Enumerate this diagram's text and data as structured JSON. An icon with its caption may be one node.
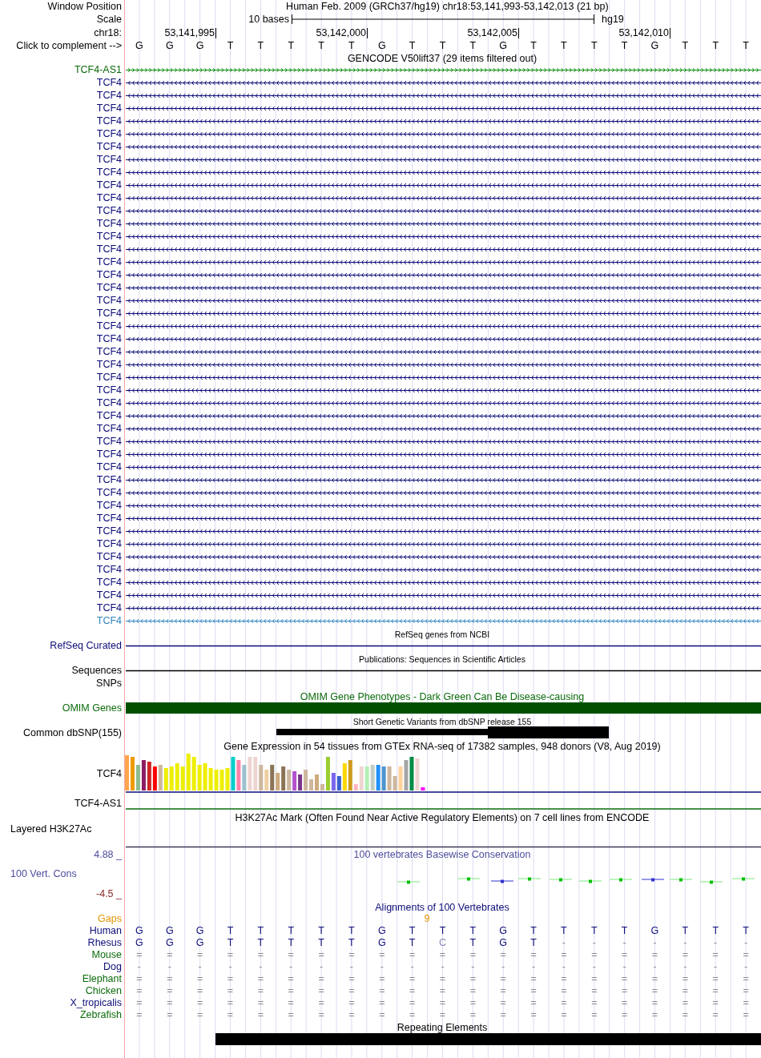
{
  "diagram": {
    "labels": [
      "Window Position",
      "Human Feb. 2009 (GRCh37/hg19)",
      "chr18:53,141,993-53,142,013 (21 bp)",
      "Scale",
      "10 bases",
      "hg19",
      "chr18:",
      "53,141,995",
      "53,142,000",
      "53,142,005",
      "53,142,010",
      "Click to complement -->",
      "G",
      "G",
      "G",
      "T",
      "T",
      "T",
      "T",
      "T",
      "G",
      "T",
      "T",
      "T",
      "G",
      "T",
      "T",
      "T",
      "T",
      "G",
      "T",
      "T",
      "T",
      "GENCODE V50lift37 (29 items filtered out)",
      "TCF4-AS1",
      "TCF4",
      "TCF4",
      "TCF4",
      "TCF4",
      "TCF4",
      "TCF4",
      "TCF4",
      "TCF4",
      "TCF4",
      "TCF4",
      "TCF4",
      "TCF4",
      "TCF4",
      "TCF4",
      "TCF4",
      "TCF4",
      "TCF4",
      "TCF4",
      "TCF4",
      "TCF4",
      "TCF4",
      "TCF4",
      "TCF4",
      "TCF4",
      "TCF4",
      "TCF4",
      "TCF4",
      "TCF4",
      "TCF4",
      "TCF4",
      "TCF4",
      "TCF4",
      "TCF4",
      "TCF4",
      "TCF4",
      "TCF4",
      "TCF4",
      "TCF4",
      "TCF4",
      "TCF4",
      "TCF4",
      "TCF4",
      "TCF4",
      "RefSeq genes from NCBI",
      "RefSeq Curated",
      "Publications: Sequences in Scientific Articles",
      "Sequences",
      "SNPs",
      "OMIM Gene Phenotypes - Dark Green Can Be Disease-causing",
      "OMIM Genes",
      "Short Genetic Variants from dbSNP release 155",
      "Common dbSNP(155)",
      "Gene Expression in 54 tissues from GTEx RNA-seq of 17382 samples, 948 donors (V8, Aug 2019)",
      "TCF4",
      "TCF4-AS1",
      "H3K27Ac Mark (Often Found Near Active Regulatory Elements) on 7 cell lines from ENCODE",
      "Layered H3K27Ac",
      "4.88 _",
      "100 vertebrates Basewise Conservation",
      "100 Vert. Cons",
      "-4.5 _",
      "Alignments of 100 Vertebrates",
      "Gaps",
      "9",
      "Human",
      "G",
      "G",
      "G",
      "T",
      "T",
      "T",
      "T",
      "T",
      "G",
      "T",
      "T",
      "T",
      "G",
      "T",
      "T",
      "T",
      "T",
      "G",
      "T",
      "T",
      "T",
      "Rhesus",
      "G",
      "G",
      "G",
      "T",
      "T",
      "T",
      "T",
      "T",
      "G",
      "T",
      "C",
      "T",
      "G",
      "T",
      "-",
      "-",
      "-",
      "-",
      "-",
      "-",
      "-",
      "Mouse",
      "=",
      "=",
      "=",
      "=",
      "=",
      "=",
      "=",
      "=",
      "=",
      "=",
      "=",
      "=",
      "=",
      "=",
      "=",
      "=",
      "=",
      "=",
      "=",
      "=",
      "=",
      "Dog",
      "-",
      "-",
      "-",
      "-",
      "-",
      "-",
      "-",
      "-",
      "-",
      "-",
      "-",
      "-",
      "-",
      "-",
      "-",
      "-",
      "-",
      "-",
      "-",
      "-",
      "-",
      "Elephant",
      "=",
      "=",
      "=",
      "=",
      "=",
      "=",
      "=",
      "=",
      "=",
      "=",
      "=",
      "=",
      "=",
      "=",
      "=",
      "=",
      "=",
      "=",
      "=",
      "=",
      "=",
      "Chicken",
      "=",
      "=",
      "=",
      "=",
      "=",
      "=",
      "=",
      "=",
      "=",
      "=",
      "=",
      "=",
      "=",
      "=",
      "=",
      "=",
      "=",
      "=",
      "=",
      "=",
      "=",
      "X_tropicalis",
      "=",
      "=",
      "=",
      "=",
      "=",
      "=",
      "=",
      "=",
      "=",
      "=",
      "=",
      "=",
      "=",
      "=",
      "=",
      "=",
      "=",
      "=",
      "=",
      "=",
      "=",
      "Zebrafish",
      "=",
      "=",
      "=",
      "=",
      "=",
      "=",
      "=",
      "=",
      "=",
      "=",
      "=",
      "=",
      "=",
      "=",
      "=",
      "=",
      "=",
      "=",
      "=",
      "=",
      "=",
      "Repeating Elements"
    ]
  }
}
